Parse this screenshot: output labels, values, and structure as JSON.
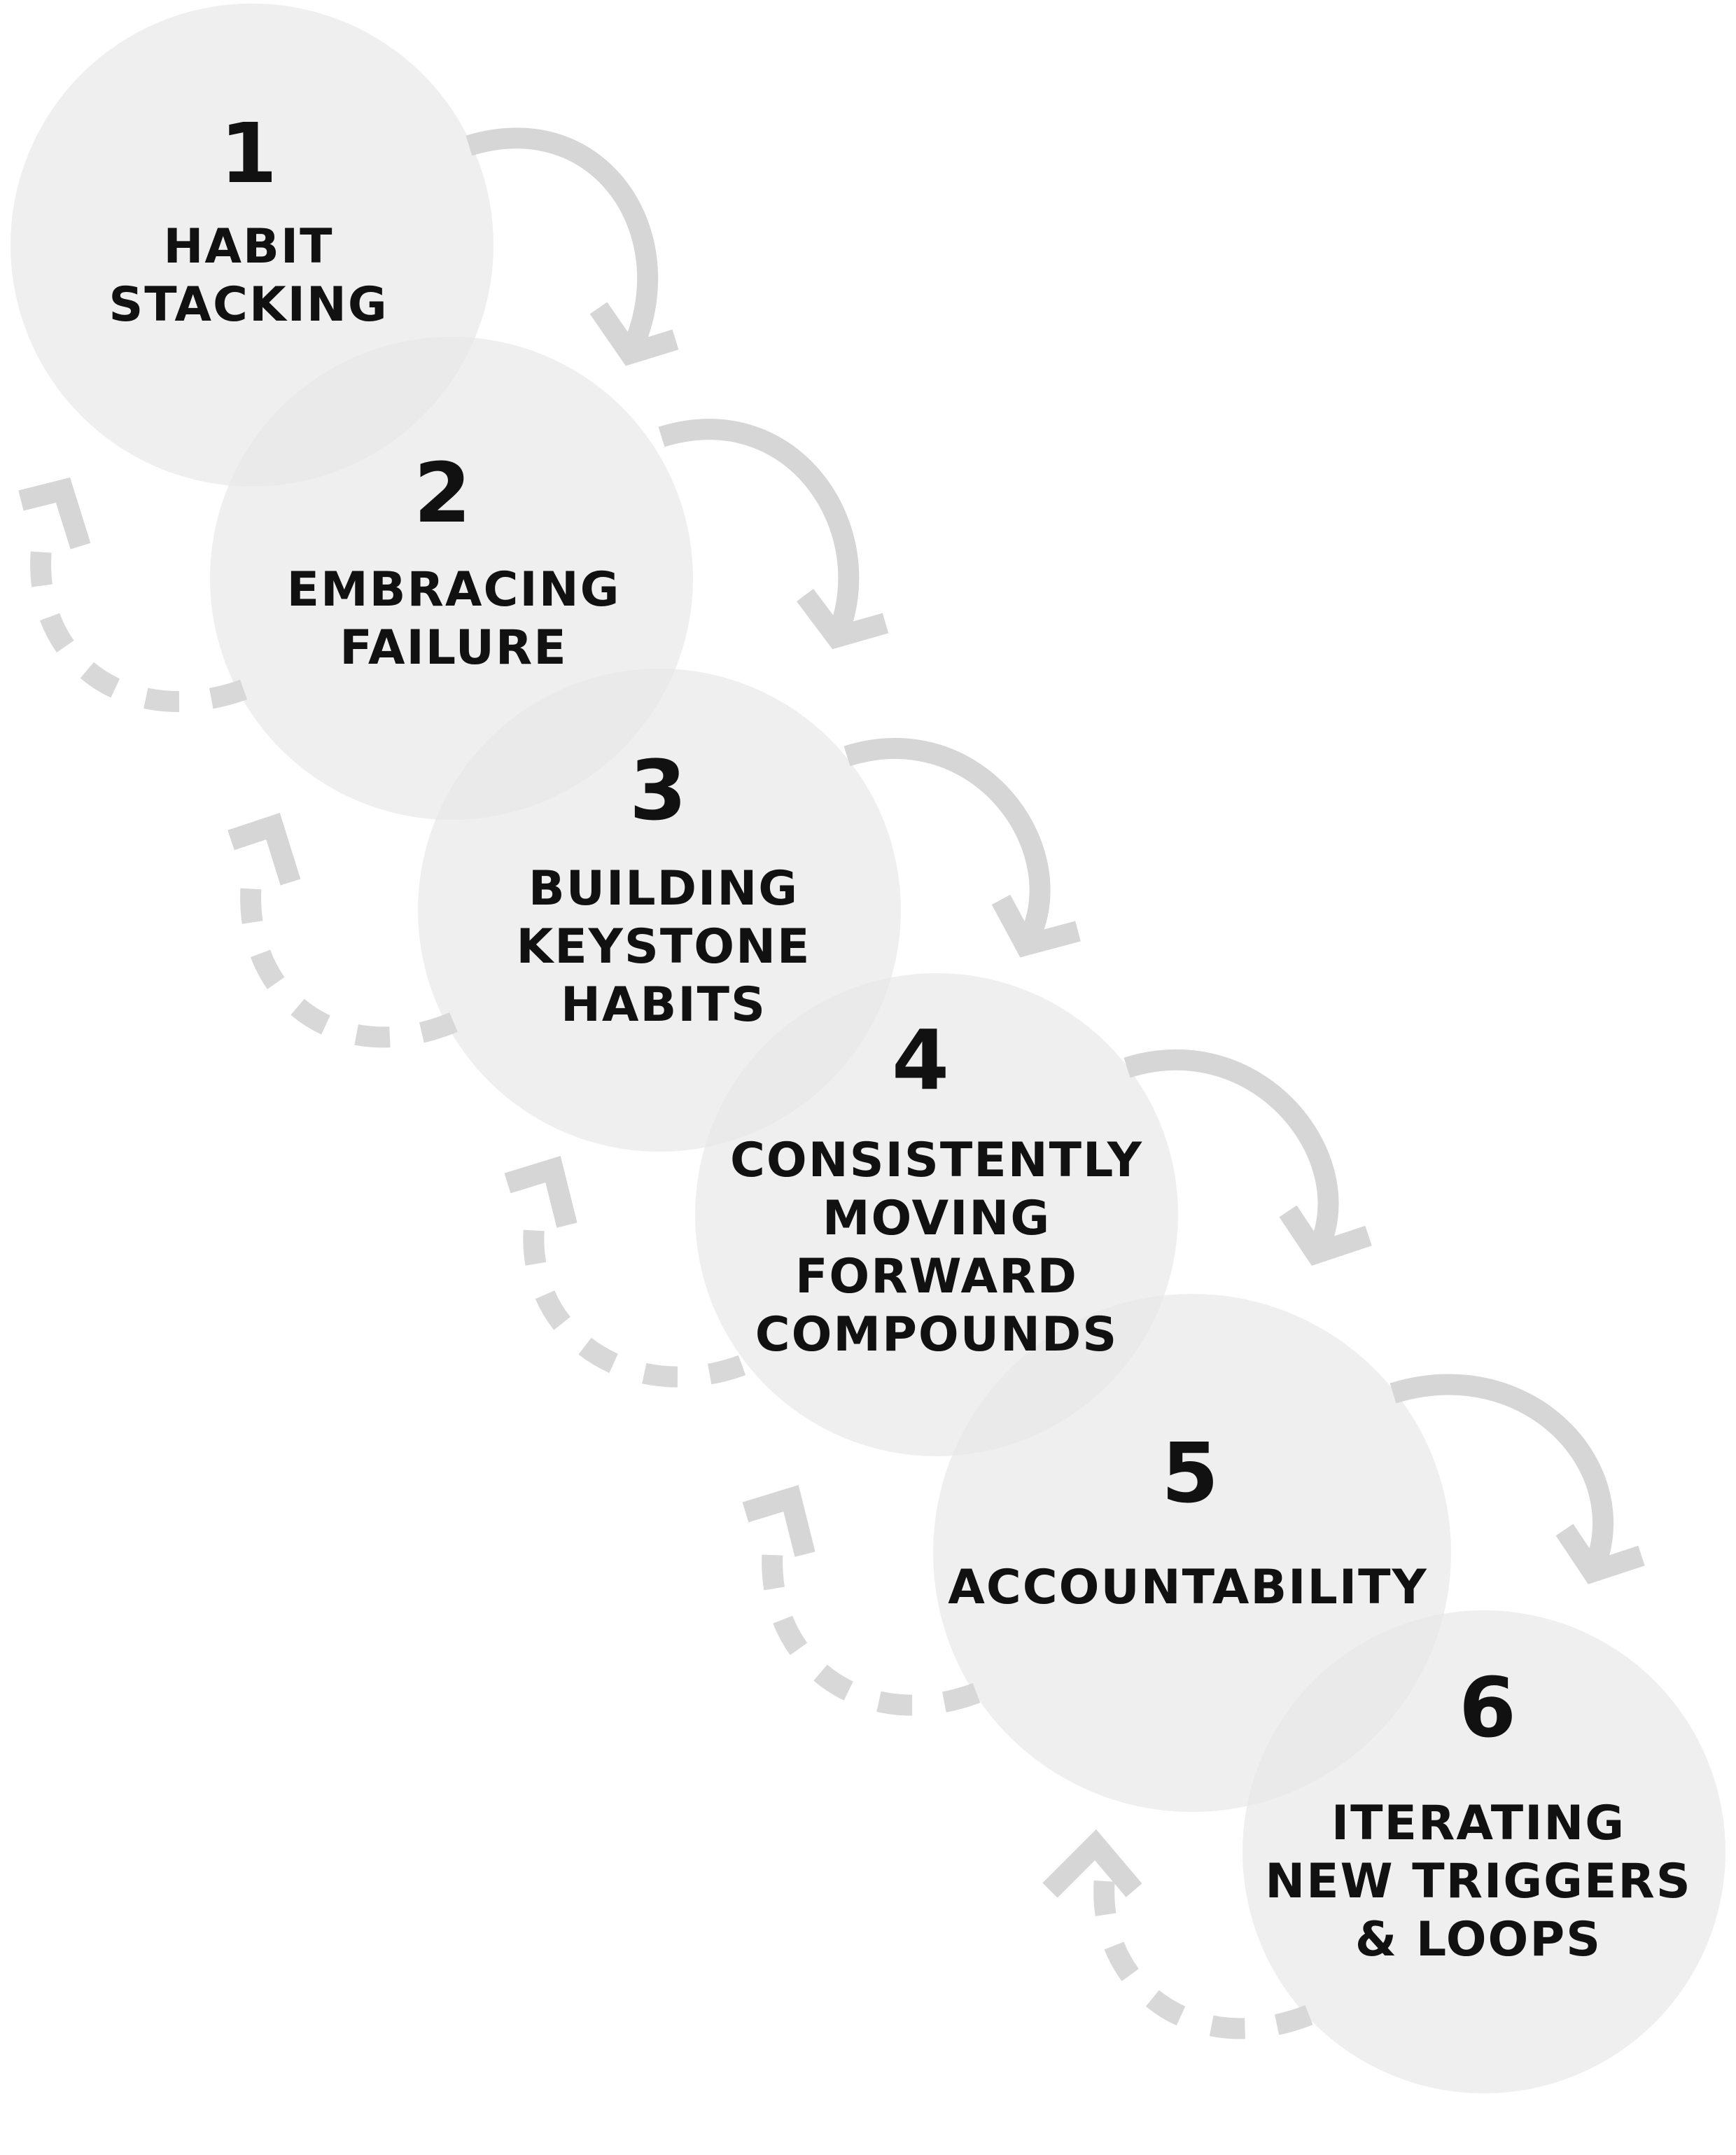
{
  "steps": [
    {
      "number": "1",
      "lines": [
        "HABIT",
        "STACKING"
      ]
    },
    {
      "number": "2",
      "lines": [
        "EMBRACING",
        "FAILURE"
      ]
    },
    {
      "number": "3",
      "lines": [
        "BUILDING",
        "KEYSTONE",
        "HABITS"
      ]
    },
    {
      "number": "4",
      "lines": [
        "CONSISTENTLY",
        "MOVING",
        "FORWARD",
        "COMPOUNDS"
      ]
    },
    {
      "number": "5",
      "lines": [
        "ACCOUNTABILITY"
      ]
    },
    {
      "number": "6",
      "lines": [
        "ITERATING",
        "NEW TRIGGERS",
        "& LOOPS"
      ]
    }
  ],
  "colors": {
    "circle_fill": "#e8e8e8",
    "arrow": "#d6d6d6",
    "text": "#111111"
  },
  "icons": {
    "forward_arrow": "curved-solid-arrow-icon",
    "back_arrow": "curved-dashed-arrow-icon"
  }
}
